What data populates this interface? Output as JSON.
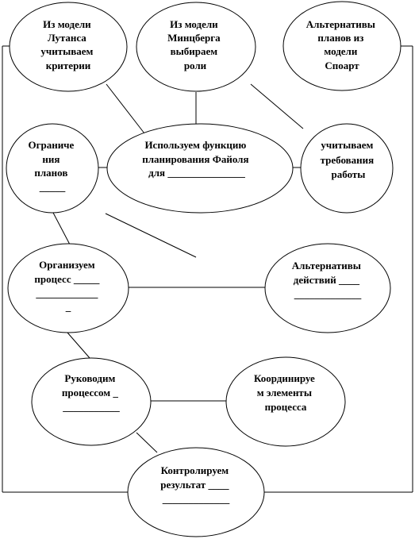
{
  "nodes": {
    "luthans": {
      "lines": [
        "Из модели",
        "Лутанса",
        "учитываем",
        "критерии"
      ]
    },
    "mintzberg": {
      "lines": [
        "Из модели",
        "Минцберга",
        "выбираем",
        "роли"
      ]
    },
    "stoart": {
      "lines": [
        "Альтернативы",
        "планов из",
        "модели",
        "Споарт"
      ]
    },
    "constraints": {
      "lines": [
        "Ограниче",
        "ния",
        "планов",
        "_____"
      ]
    },
    "fayol": {
      "lines": [
        "Используем функцию",
        "планирования Файоля",
        "для _______________"
      ]
    },
    "requirements": {
      "lines": [
        "учитываем",
        "требования",
        "работы"
      ]
    },
    "organize": {
      "lines": [
        "Организуем",
        "процесс _____",
        "____________",
        "_"
      ]
    },
    "alternatives": {
      "lines": [
        "Альтернативы",
        "действий ____",
        "_____________"
      ]
    },
    "lead": {
      "lines": [
        "Руководим",
        "процессом _",
        "___________"
      ]
    },
    "coordinate": {
      "lines": [
        "Координируе",
        "м элементы",
        "процесса"
      ]
    },
    "control": {
      "lines": [
        "Контролируем",
        "результат ____",
        "_____________"
      ]
    }
  }
}
